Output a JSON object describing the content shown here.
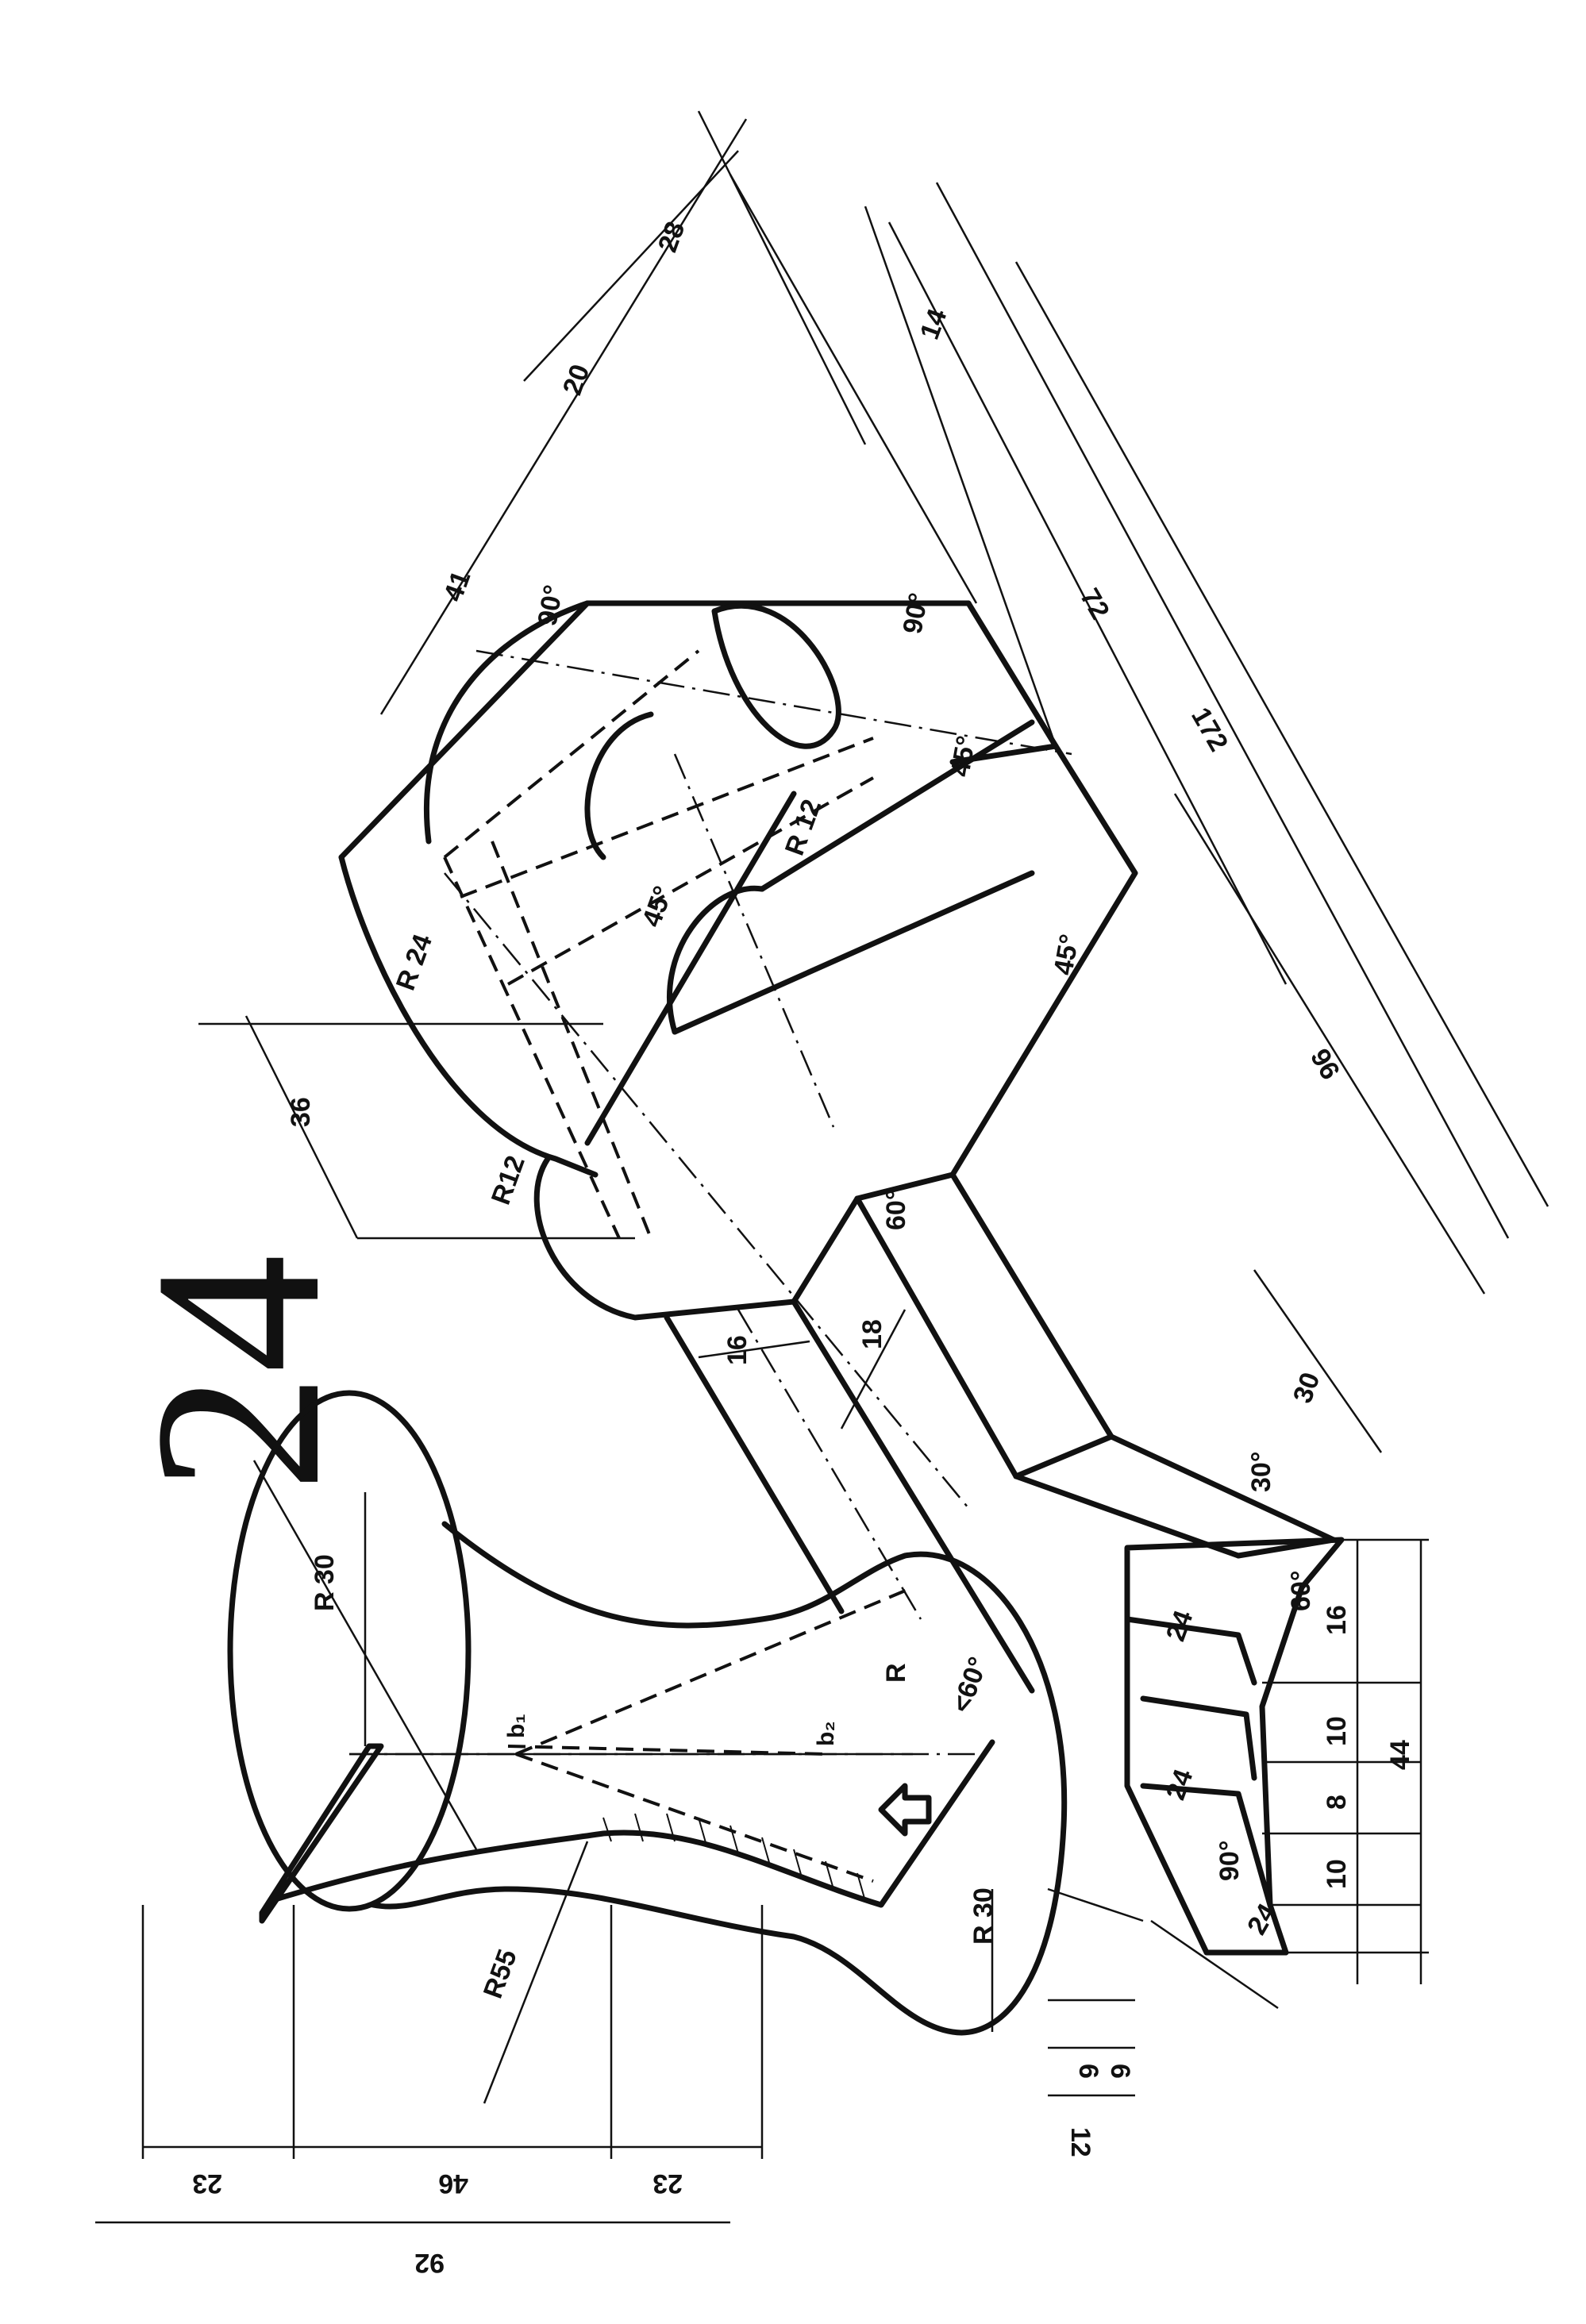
{
  "sheet_number": "24",
  "dims": {
    "d92": "92",
    "d23a": "23",
    "d46": "46",
    "d23b": "23",
    "d12": "12",
    "d6a": "6",
    "d6b": "6",
    "d24a": "24",
    "d24b": "24",
    "d24c": "24",
    "d16": "16",
    "d10a": "10",
    "d8": "8",
    "d10b": "10",
    "d44": "44",
    "d30": "30",
    "d18": "18",
    "d16b": "16",
    "d36": "36",
    "d96": "96",
    "d172": "172",
    "d72": "72",
    "d14": "14",
    "d28": "28",
    "d20": "20",
    "d41": "41"
  },
  "radii": {
    "r30_top": "R 30",
    "r30_bottom": "R 30",
    "r55": "R55",
    "r": "R",
    "r24": "R 24",
    "r12a": "R12",
    "r12b": "R 12"
  },
  "angles": {
    "a60_lower": "<60°",
    "a60_notch": "60°",
    "a60_right": "60°",
    "a90_right": "90°",
    "a30": "30°",
    "a45a": "45°",
    "a45b": "45°",
    "a45c": "45°",
    "a90_top": "90°",
    "a90_topright": "90°"
  },
  "points": {
    "b1": "b₁",
    "b2": "b₂"
  }
}
